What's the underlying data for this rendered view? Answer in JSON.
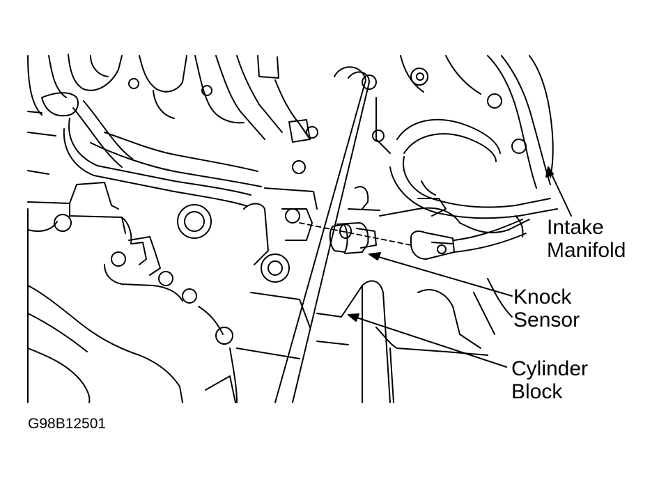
{
  "figure": {
    "labels": {
      "intake_manifold": [
        "Intake",
        "Manifold"
      ],
      "knock_sensor": [
        "Knock",
        "Sensor"
      ],
      "cylinder_block": [
        "Cylinder",
        "Block"
      ]
    },
    "figure_code": "G98B12501",
    "colors": {
      "line": "#000000",
      "background": "#ffffff"
    }
  }
}
